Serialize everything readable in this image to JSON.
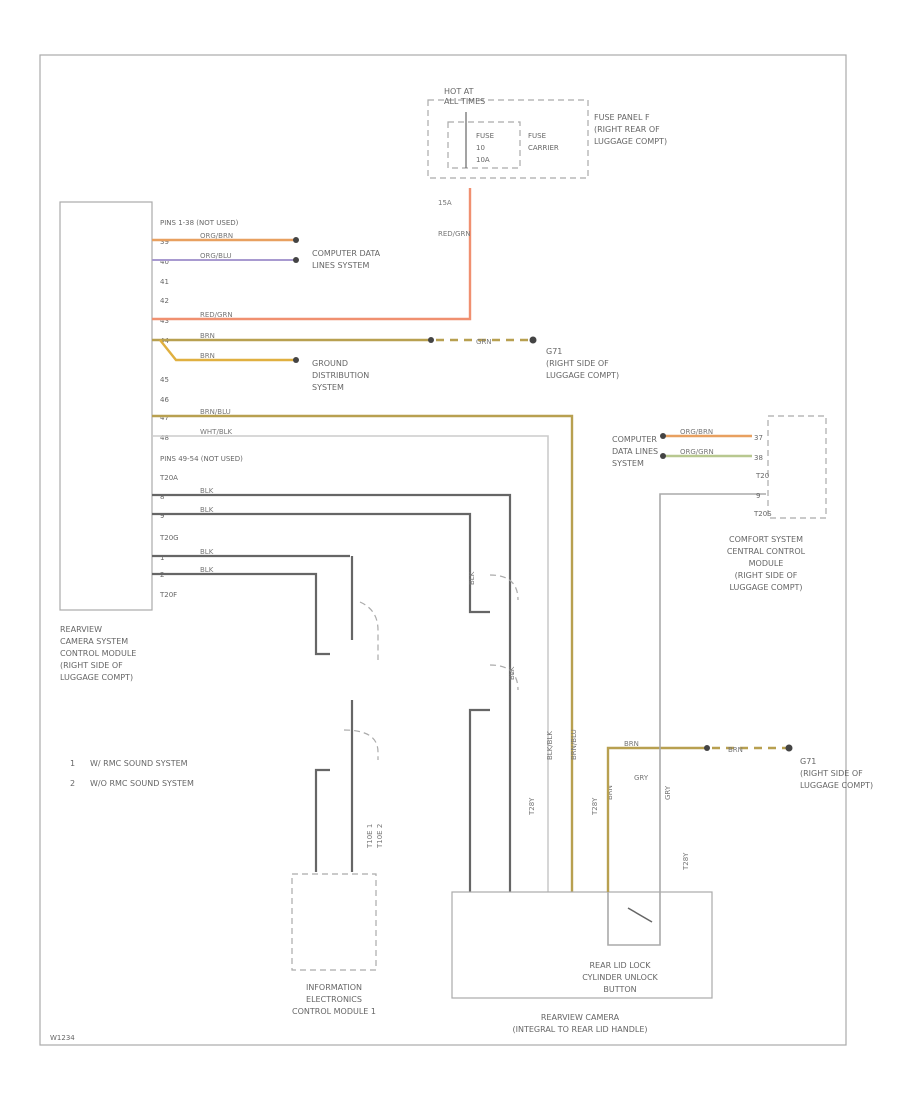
{
  "modules": {
    "camera_control": {
      "name_lines": [
        "REARVIEW",
        "CAMERA SYSTEM",
        "CONTROL MODULE",
        "(RIGHT SIDE OF",
        "LUGGAGE COMPT)"
      ],
      "connector_a": "T20A",
      "connector_b": "T20G",
      "connector_c": "T20F",
      "pins": [
        "PINS 1-38 (NOT USED)",
        "39",
        "40",
        "41",
        "42",
        "43",
        "44",
        "45",
        "46",
        "47",
        "48",
        "PINS 49-54 (NOT USED)",
        "T20A",
        "8",
        "9",
        "T20G",
        "1",
        "2",
        "T20F"
      ]
    },
    "fuse_panel": {
      "hot_at": [
        "HOT AT",
        "ALL TIMES"
      ],
      "fuse_lines": [
        "FUSE",
        "10",
        "10A"
      ],
      "carrier_lines": [
        "FUSE",
        "CARRIER"
      ],
      "name_lines": [
        "FUSE PANEL F",
        "(RIGHT REAR OF",
        "LUGGAGE COMPT)"
      ]
    },
    "comfort": {
      "connector": "T20",
      "connector_b": "T20S",
      "pins": [
        "37",
        "38",
        "9"
      ],
      "name_lines": [
        "COMFORT SYSTEM",
        "CENTRAL CONTROL",
        "MODULE",
        "(RIGHT SIDE OF",
        "LUGGAGE COMPT)"
      ]
    },
    "info_module": {
      "name_lines": [
        "INFORMATION",
        "ELECTRONICS",
        "CONTROL MODULE 1"
      ],
      "connectors": [
        "T10E 1",
        "T10E 2"
      ]
    },
    "rear_camera": {
      "name_lines": [
        "REARVIEW CAMERA",
        "(INTEGRAL TO REAR LID HANDLE)"
      ],
      "switch_lines": [
        "REAR LID LOCK",
        "CYLINDER UNLOCK",
        "BUTTON"
      ],
      "connectors": [
        "T28Y",
        "T28Y",
        "T28Y"
      ]
    }
  },
  "wires": {
    "w39": "ORG/BRN",
    "w40": "ORG/BLU",
    "w43": "RED/GRN",
    "w44a": "BRN",
    "w44b": "BRN",
    "w47": "BRN/BLU",
    "w48": "WHT/BLK",
    "wt8": "BLK",
    "wt9": "BLK",
    "wg1": "BLK",
    "wg2": "BLK",
    "wfuse": "RED/GRN",
    "wfuse_pin": "15A",
    "wgrnd": "GRN",
    "wc37": "ORG/BRN",
    "wc38": "ORG/GRN",
    "wcam_brn": "BRN",
    "wcam_gry": "GRY",
    "wcam_gnd": "BRN",
    "vbl1": "BLK",
    "vbl2": "BLK",
    "vbl3": "BLK/BLK",
    "vbl4": "BRN/BLU",
    "vbl5": "BRN",
    "vbl6": "GRY"
  },
  "destinations": {
    "computer_data_1": [
      "COMPUTER DATA",
      "LINES SYSTEM"
    ],
    "ground_dist": [
      "GROUND",
      "DISTRIBUTION",
      "SYSTEM"
    ],
    "g1": [
      "G71",
      "(RIGHT SIDE OF",
      "LUGGAGE COMPT)"
    ],
    "computer_data_2": [
      "COMPUTER",
      "DATA LINES",
      "SYSTEM"
    ],
    "g2": [
      "G71",
      "(RIGHT SIDE OF",
      "LUGGAGE COMPT)"
    ]
  },
  "legend": [
    {
      "num": "1",
      "text": "W/ RMC SOUND SYSTEM"
    },
    {
      "num": "2",
      "text": "W/O RMC SOUND SYSTEM"
    }
  ],
  "figure_id": "W1234"
}
